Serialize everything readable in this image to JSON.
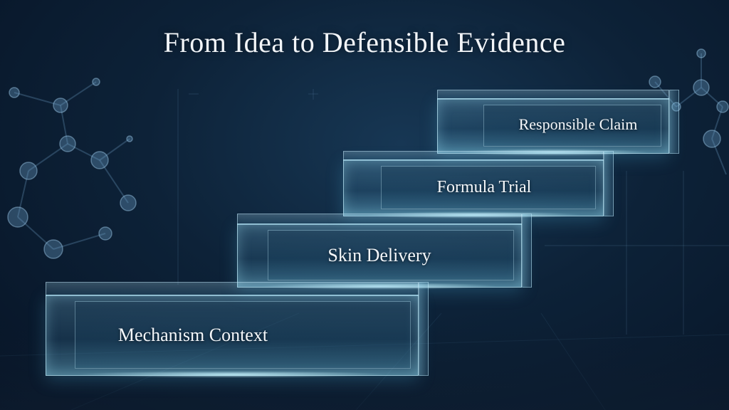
{
  "title": "From Idea to Defensible Evidence",
  "steps": [
    {
      "label": "Mechanism Context"
    },
    {
      "label": "Skin Delivery"
    },
    {
      "label": "Formula Trial"
    },
    {
      "label": "Responsible Claim"
    }
  ],
  "colors": {
    "background": "#0d2238",
    "glass": "#7fc3dd",
    "text": "#f2f5f8"
  }
}
